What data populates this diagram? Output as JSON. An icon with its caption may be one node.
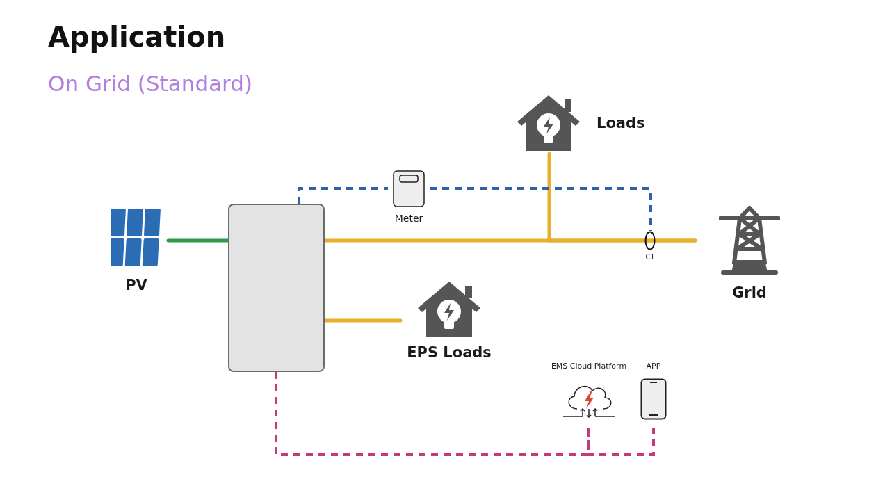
{
  "diagram": {
    "title": "Application",
    "nodes": [
      {
        "text": [
          "PV"
        ]
      },
      {
        "text": [],
        "shape": "box"
      },
      {
        "text": [
          "Meter"
        ]
      },
      {
        "text": [
          "Loads"
        ]
      },
      {
        "text": [
          "EPS Loads"
        ]
      },
      {
        "text": [
          "CT"
        ]
      },
      {
        "text": [
          "Grid"
        ]
      },
      {
        "text": [
          "EMS Cloud Platform"
        ]
      },
      {
        "text": [
          "APP"
        ]
      }
    ],
    "edges": [
      {
        "from": 0,
        "to": 1,
        "arrow": "none",
        "color": "#2e9a48"
      },
      {
        "from": 1,
        "to": 6,
        "arrow": "none"
      },
      {
        "from": 3,
        "to": 6,
        "arrow": "none"
      },
      {
        "from": 1,
        "to": 4,
        "arrow": "none"
      },
      {
        "from": 1,
        "to": 2,
        "arrow": "none",
        "style": "dashed",
        "color": "#2f62a6"
      },
      {
        "from": 2,
        "to": 5,
        "arrow": "none",
        "style": "dashed",
        "color": "#2f62a6"
      },
      {
        "from": 1,
        "to": 7,
        "arrow": "none",
        "style": "dashed",
        "color": "#c8377a"
      },
      {
        "from": 7,
        "to": 8,
        "arrow": "none",
        "style": "dashed",
        "color": "#c8377a"
      }
    ],
    "labels": [
      "On Grid (Standard)"
    ]
  }
}
